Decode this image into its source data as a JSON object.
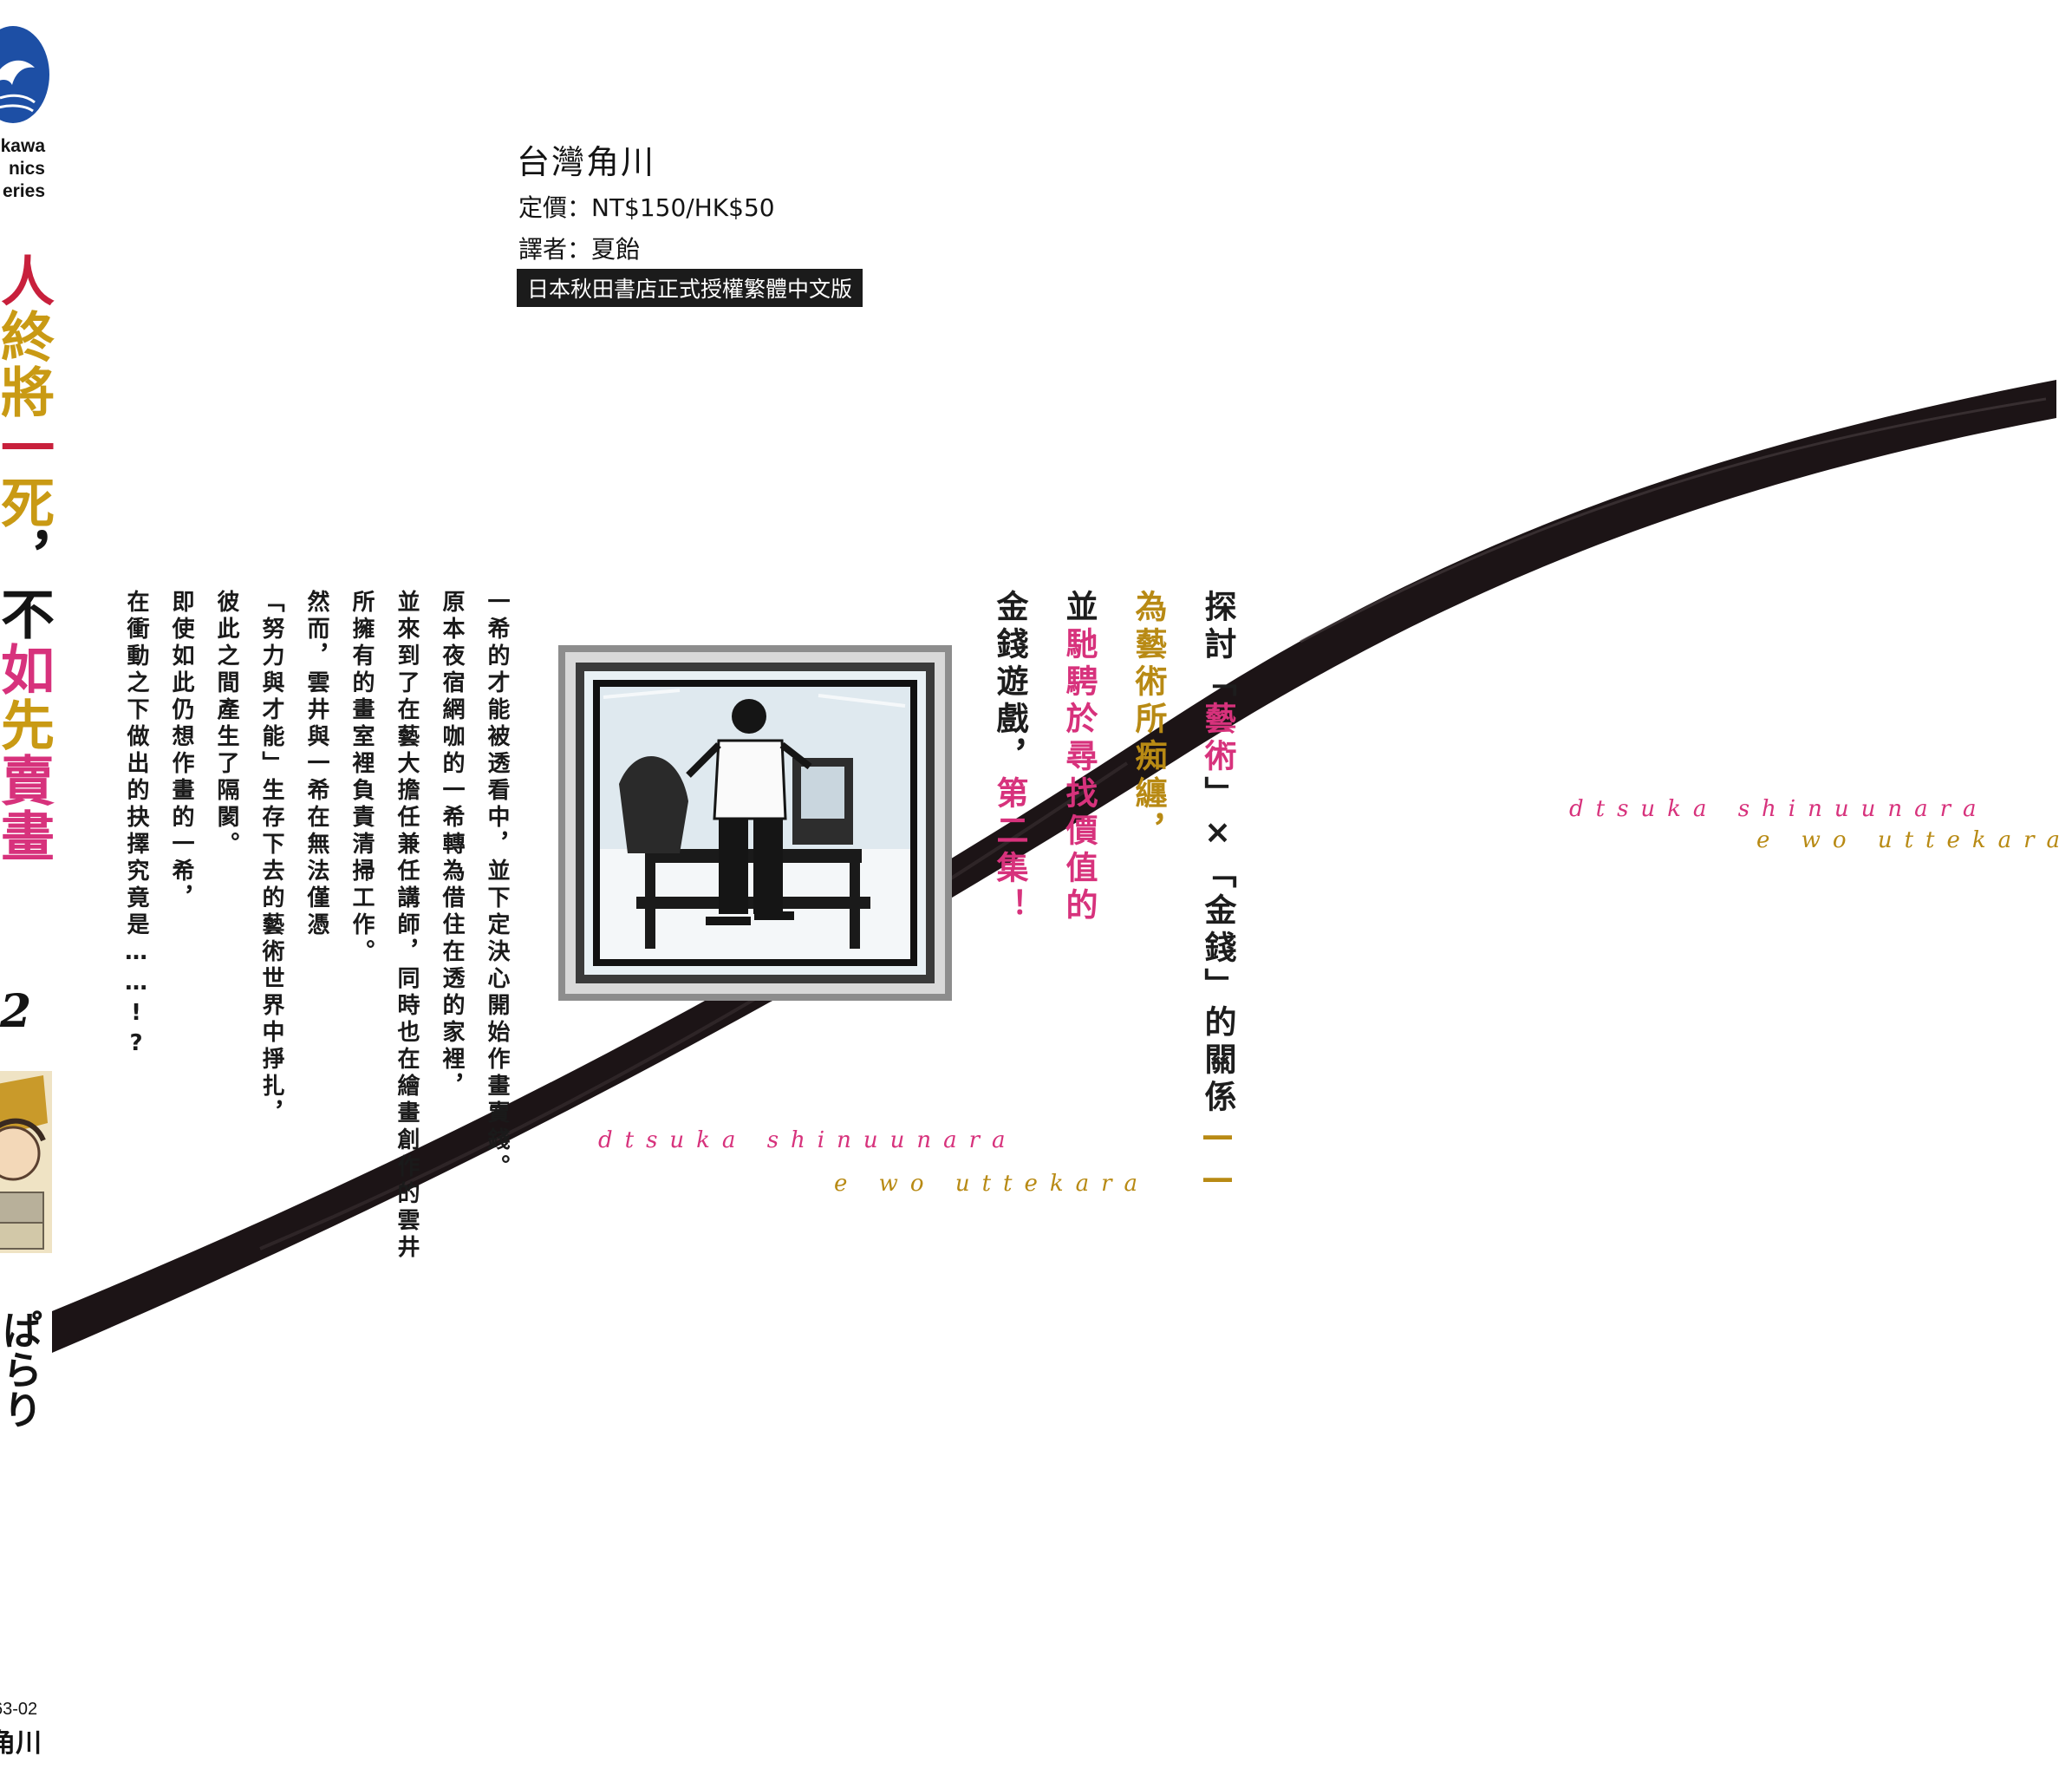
{
  "spine": {
    "series_lines": [
      "kawa",
      "nics",
      "eries"
    ],
    "title_chars": [
      {
        "char": "人",
        "color": "red"
      },
      {
        "char": "終",
        "color": "gold"
      },
      {
        "char": "將",
        "color": "gold"
      },
      {
        "char": "一",
        "color": "red"
      },
      {
        "char": "死",
        "color": "gold"
      },
      {
        "char": "，",
        "color": "ink"
      },
      {
        "char": "不",
        "color": "ink"
      },
      {
        "char": "如",
        "color": "pink"
      },
      {
        "char": "先",
        "color": "gold"
      },
      {
        "char": "賣",
        "color": "pink"
      },
      {
        "char": "畫",
        "color": "pink"
      }
    ],
    "volume": "2",
    "author": "ぱらり",
    "code": "63-02",
    "publisher": "角川"
  },
  "publisher_info": {
    "publisher": "台灣角川",
    "price": "定價：NT$150/HK$50",
    "translator": "譯者：夏飴",
    "license": "日本秋田書店正式授權繁體中文版"
  },
  "catchphrase": {
    "line1_a": "探討「",
    "line1_b": "藝術",
    "line1_c": "」×「",
    "line1_d": "金錢",
    "line1_e": "」的關係",
    "line1_dash": "——",
    "line2": "為藝術所痴纏，",
    "line3_a": "並",
    "line3_b": "馳騁於尋找價值的",
    "line4_a": "金錢遊戲，",
    "line4_b": "第二集！"
  },
  "synopsis": [
    "一希的才能被透看中，並下定決心開始作畫賣錢。",
    "原本夜宿網咖的一希轉為借住在透的家裡，",
    "並來到了在藝大擔任兼任講師，同時也在繪畫創作的雲井",
    "所擁有的畫室裡負責清掃工作。",
    "然而，雲井與一希在無法僅憑",
    "「努力與才能」生存下去的藝術世界中掙扎，",
    "彼此之間產生了隔閡。",
    "即使如此仍想作畫的一希，",
    "在衝動之下做出的抉擇究竟是……!?"
  ],
  "romaji": {
    "top_line1": "dtsuka shinuunara",
    "top_line2": "e wo uttekara",
    "bottom_line1": "dtsuka shinuunara",
    "bottom_line2": "e wo uttekara"
  }
}
